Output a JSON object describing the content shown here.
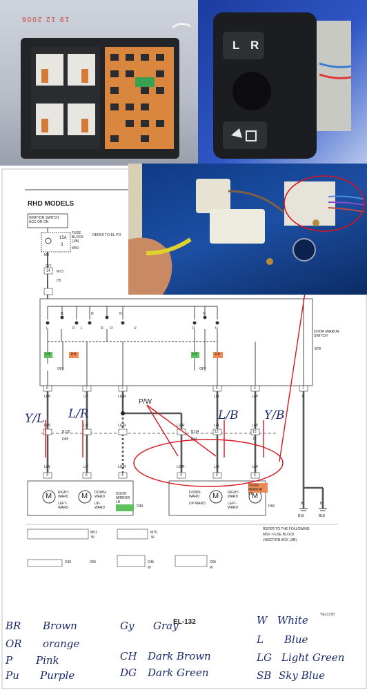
{
  "photos": {
    "timestamp": "19 12 2006",
    "switch_keys": [
      "L",
      "R"
    ]
  },
  "diagram": {
    "title": "RHD MODELS",
    "ignition": "IGNITION SWITCH ACC OR ON",
    "fuse_amp": "15A",
    "fuse_no": "3",
    "fuse_block": "FUSE BLOCK (J/B)",
    "fuse_ref": "M59",
    "refer": "REFER TO EL-PO",
    "conn_top1": "M8",
    "wire_gy": "G/Y",
    "conn_m73": "M73",
    "conn_14": "14",
    "conn_d5": "D5",
    "switch_label": "DOOR MIRROR SWITCH",
    "switch_ref": "B78",
    "lh": "LH",
    "rh": "RH",
    "off": "OFF",
    "switch_pins": [
      "L",
      "N",
      "R",
      "L",
      "N",
      "R",
      "D",
      "N",
      "U",
      "D",
      "N",
      "U"
    ],
    "pins_top": [
      "6",
      "7",
      "2",
      "5",
      "4",
      "1"
    ],
    "pins_bottom": [
      "3",
      "6",
      "4",
      "4",
      "6",
      "5"
    ],
    "wire_codes": [
      "L/W",
      "L/Y",
      "LG/R",
      "L/B",
      "L/R",
      "Y/B",
      "B"
    ],
    "conn_b135": "B135",
    "conn_b114": "B114",
    "conn_d65": "D65",
    "conn_d46": "D46",
    "pin_13": "13",
    "pin_15": "15",
    "pin_12": "12",
    "pw": "P/W",
    "left_mirror": "DOOR MIRROR LH",
    "left_mirror_ref": "D39",
    "right_mirror": "DOOR MIRROR RH",
    "right_mirror_ref": "D66",
    "motor_left_1": "RIGHT-WARD",
    "motor_left_1b": "LEFT-WARD",
    "motor_left_2": "DOWN-WARD",
    "motor_left_2b": "UP-WARD",
    "motor_right_1": "DOWN-WARD",
    "motor_right_1b": "UP-WARD",
    "motor_right_2": "RIGHT-WARD",
    "motor_right_2b": "LEFT-WARD",
    "motor_symbol": "M",
    "ground_1": "B16",
    "ground_2": "B18",
    "refer_following": "REFER TO THE FOLLOWING",
    "refer_fuse": "M59 - FUSE BLOCK",
    "refer_junction": "JUNCTION BOX (J/B)",
    "conn_m51": "M51",
    "conn_m75": "M75",
    "conn_d30": "D30",
    "conn_d45": "D45",
    "conn_d65b": "D65",
    "w": "W",
    "page": "EL-132",
    "fig_code": "YEL137D"
  },
  "handwritten": {
    "ann_yl": "Y/L",
    "ann_lr": "L/R",
    "ann_lb": "L/B",
    "ann_yb": "Y/B",
    "legend": [
      {
        "code": "BR",
        "name": "Brown"
      },
      {
        "code": "OR",
        "name": "orange"
      },
      {
        "code": "P",
        "name": "Pink"
      },
      {
        "code": "Pu",
        "name": "Purple"
      },
      {
        "code": "Gy",
        "name": "Gray"
      },
      {
        "code": "CH",
        "name": "Dark Brown"
      },
      {
        "code": "DG",
        "name": "Dark Green"
      },
      {
        "code": "W",
        "name": "White"
      },
      {
        "code": "L",
        "name": "Blue"
      },
      {
        "code": "LG",
        "name": "Light Green"
      },
      {
        "code": "SB",
        "name": "Sky Blue"
      }
    ]
  },
  "colors": {
    "annotation_red": "#d8141e",
    "ink_blue": "#1b2a6b",
    "lh_green": "#5fc15d",
    "rh_orange": "#f08a54"
  }
}
